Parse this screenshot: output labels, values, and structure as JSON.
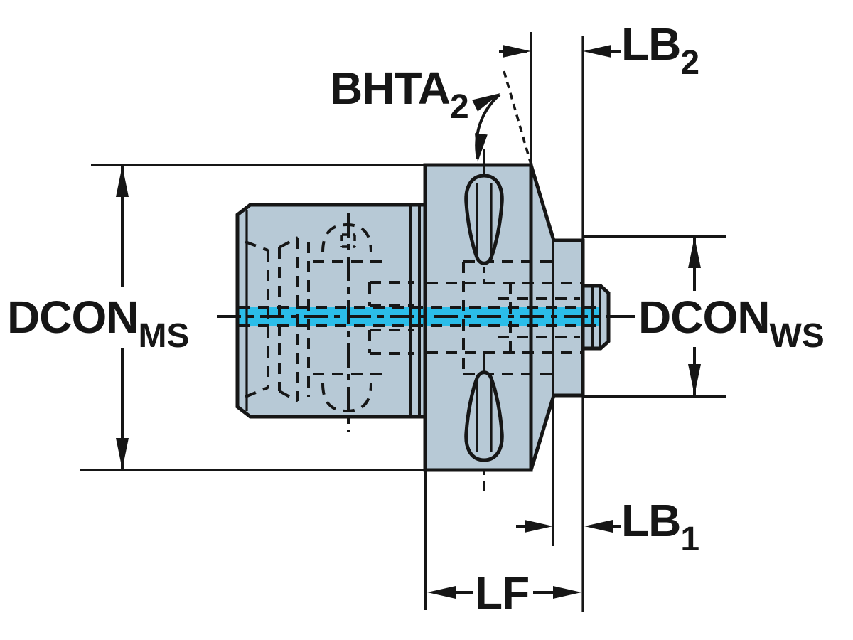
{
  "drawing": {
    "description": "Tool adapter side-view dimension drawing",
    "labels": {
      "dcon_ms": {
        "main": "DCON",
        "sub": "MS"
      },
      "dcon_ws": {
        "main": "DCON",
        "sub": "WS"
      },
      "bhta2": {
        "main": "BHTA",
        "sub": "2"
      },
      "lb2": {
        "main": "LB",
        "sub": "2"
      },
      "lb1": {
        "main": "LB",
        "sub": "1"
      },
      "lf": {
        "main": "LF",
        "sub": ""
      }
    },
    "colors": {
      "body_fill": "#b7c9d6",
      "coolant_channel": "#2bbde9",
      "line": "#161616",
      "background": "#ffffff"
    }
  }
}
